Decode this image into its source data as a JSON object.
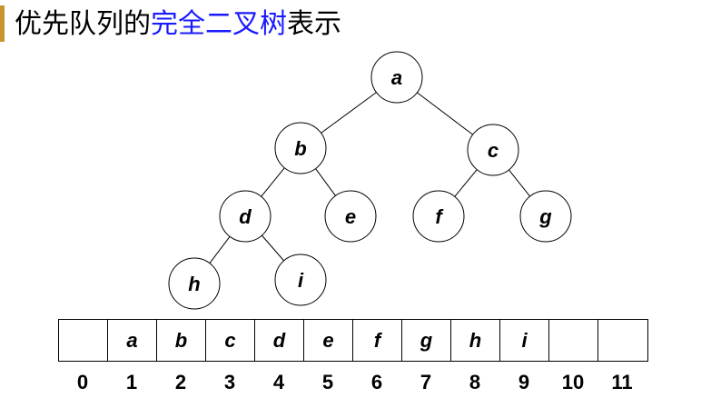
{
  "title": {
    "part1": "优先队列的",
    "part2": "完全二叉树",
    "part3": "表示",
    "highlight_color": "#1a1aff"
  },
  "tree": {
    "nodes": [
      {
        "id": "a",
        "label": "a"
      },
      {
        "id": "b",
        "label": "b"
      },
      {
        "id": "c",
        "label": "c"
      },
      {
        "id": "d",
        "label": "d"
      },
      {
        "id": "e",
        "label": "e"
      },
      {
        "id": "f",
        "label": "f"
      },
      {
        "id": "g",
        "label": "g"
      },
      {
        "id": "h",
        "label": "h"
      },
      {
        "id": "i",
        "label": "i"
      }
    ],
    "edges": [
      [
        "a",
        "b"
      ],
      [
        "a",
        "c"
      ],
      [
        "b",
        "d"
      ],
      [
        "b",
        "e"
      ],
      [
        "c",
        "f"
      ],
      [
        "c",
        "g"
      ],
      [
        "d",
        "h"
      ],
      [
        "d",
        "i"
      ]
    ]
  },
  "array": {
    "cells": [
      "",
      "a",
      "b",
      "c",
      "d",
      "e",
      "f",
      "g",
      "h",
      "i",
      "",
      ""
    ],
    "indices": [
      "0",
      "1",
      "2",
      "3",
      "4",
      "5",
      "6",
      "7",
      "8",
      "9",
      "10",
      "11"
    ]
  }
}
